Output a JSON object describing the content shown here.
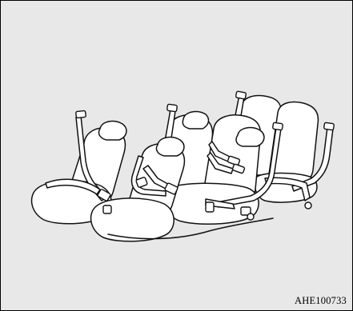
{
  "figure": {
    "id_label": "AHE100733",
    "background_color": "#e8e8e8",
    "line_color": "#111111",
    "subject": [
      "seat",
      "seat-belt",
      "buckle"
    ]
  }
}
